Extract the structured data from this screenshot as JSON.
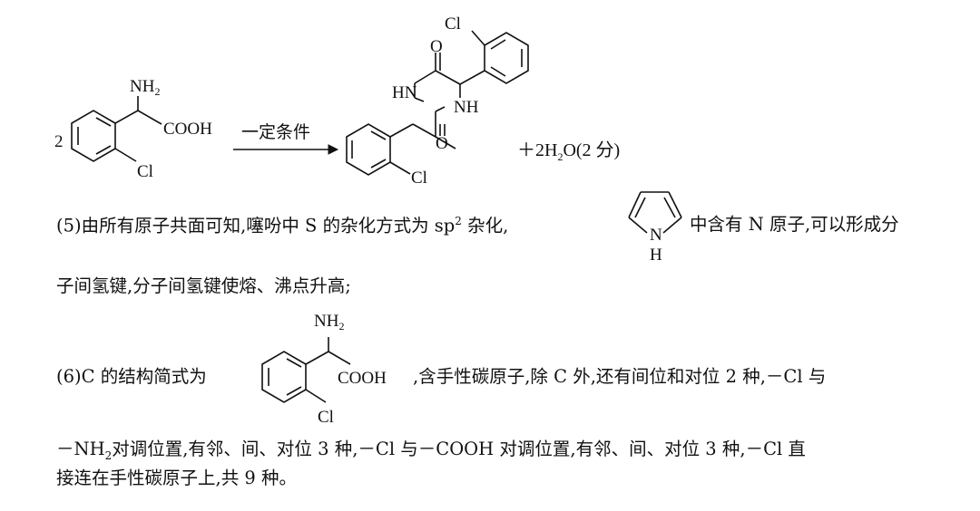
{
  "reaction": {
    "coefficient": "2",
    "nh2": "NH",
    "nh2_sub": "2",
    "cooh": "COOH",
    "cl": "Cl",
    "condition": "一定条件",
    "product_o": "O",
    "product_nh": "NH",
    "product_hn": "HN",
    "byproduct_prefix": "＋2H",
    "byproduct_sub": "2",
    "byproduct_suffix": "O(2 分)"
  },
  "para5": {
    "line1_a": "(5)由所有原子共面可知,噻吩中 S 的杂化方式为 sp",
    "line1_sup": "2",
    "line1_b": " 杂化,",
    "pyrrole_n": "N",
    "pyrrole_h": "H",
    "line1_c": "中含有 N 原子,可以形成分",
    "line2": "子间氢键,分子间氢键使熔、沸点升高;"
  },
  "para6": {
    "prefix": "(6)C 的结构简式为",
    "struct_nh2": "NH",
    "struct_nh2_sub": "2",
    "struct_cooh": "COOH",
    "struct_cl": "Cl",
    "line1_rest": ",含手性碳原子,除 C 外,还有间位和对位 2 种,－Cl 与",
    "line2_a": "－NH",
    "line2_sub": "2",
    "line2_b": "对调位置,有邻、间、对位 3 种,－Cl 与－COOH 对调位置,有邻、间、对位 3 种,－Cl 直",
    "line3": "接连在手性碳原子上,共 9 种。"
  }
}
